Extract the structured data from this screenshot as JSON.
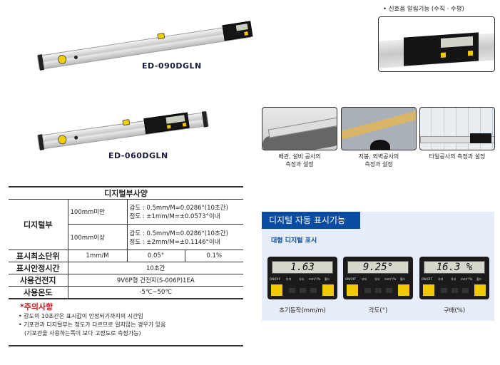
{
  "products": [
    {
      "model": "ED-090DGLN"
    },
    {
      "model": "ED-060DGLN"
    }
  ],
  "feature_caption": "• 신호음 알림기능 (수직 · 수평)",
  "usage_photos": [
    {
      "caption_line1": "배관, 설비 공사의",
      "caption_line2": "측정과 설정"
    },
    {
      "caption_line1": "지붕, 외벽공사의",
      "caption_line2": "측정과 설정"
    },
    {
      "caption_line1": "타일공사의 측정과 설정",
      "caption_line2": ""
    }
  ],
  "spec_table": {
    "title": "디지털부사양",
    "digital_label": "디지털부",
    "under_100_label": "100mm미만",
    "under_100_l1": "감도 : 0.5mm/M=0.0286°(10초간)",
    "under_100_l2": "정도 : ±1mm/M=±0.0573°이내",
    "over_100_label": "100mm이상",
    "over_100_l1": "감도 : 0.5mm/M=0.0286°(10초간)",
    "over_100_l2": "정도 : ±2mm/M=±0.1146°이내",
    "min_unit_label": "표시최소단위",
    "min_unit_values": [
      "1mm/M",
      "0.05°",
      "0.1%"
    ],
    "stable_label": "표시안정시간",
    "stable_value": "10초간",
    "battery_label": "사용건전지",
    "battery_value": "9V6P형 건전지(S-006P)1EA",
    "temp_label": "사용온도",
    "temp_value": "-5℃~50℃"
  },
  "notes": {
    "title": "*주의사항",
    "items": [
      "• 감도의 10초간은 표시값이 안정되기까지의 시간임",
      "• 기포관과 디지털부는 정도가 다르므로 일치않는 경우가 있음",
      "(기포관을 사용하는쪽이 보다 고정도로 측정가능)"
    ]
  },
  "display_panel": {
    "title": "디지털 자동 표시기능",
    "subtitle": "대형 디지털 표시",
    "button_labels": [
      "ON/OFF",
      "부저",
      "유지",
      "mm/°/%",
      "홀드"
    ],
    "devices": [
      {
        "reading": "1.63",
        "caption": "초기동작(mm/m)"
      },
      {
        "reading": "9.25°",
        "caption": "각도(°)"
      },
      {
        "reading": "16.3 %",
        "caption": "구배(%)"
      }
    ]
  },
  "colors": {
    "accent_blue": "#0a4ca0",
    "note_red": "#d01818",
    "panel_bg": "#e6edf8",
    "button_yellow": "#f2c800"
  }
}
